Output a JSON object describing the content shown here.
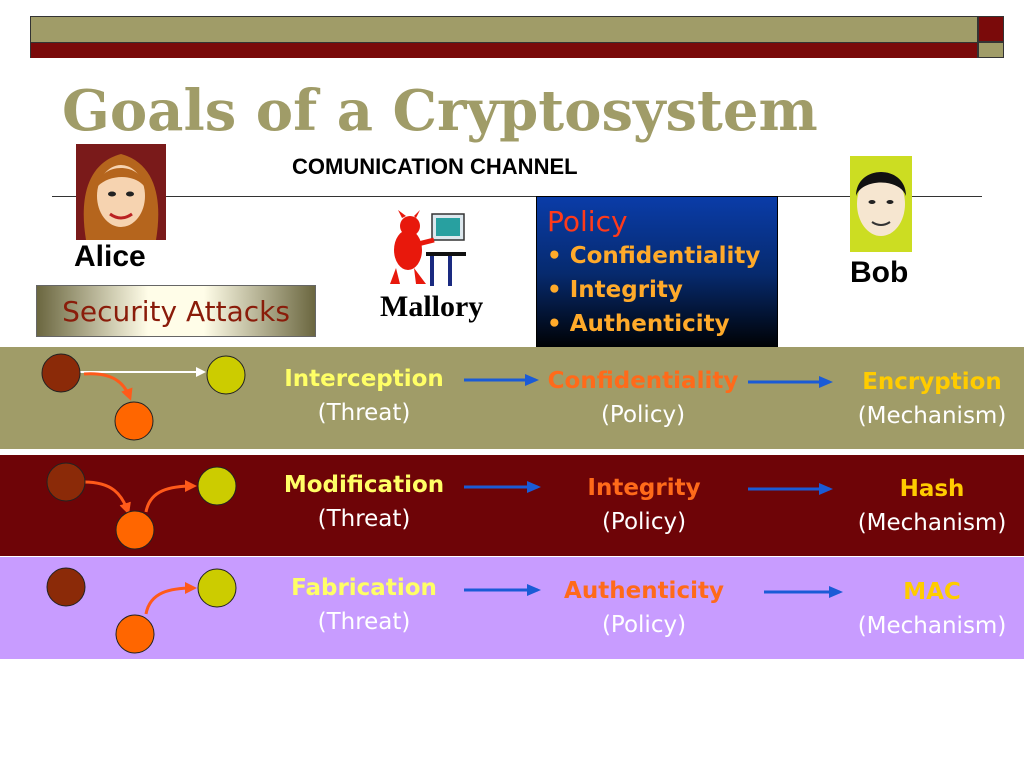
{
  "title": "Goals of a Cryptosystem",
  "channel_label": "COMUNICATION CHANNEL",
  "actors": {
    "alice": "Alice",
    "bob": "Bob",
    "mallory": "Mallory"
  },
  "security_attacks_label": "Security Attacks",
  "policy_box": {
    "title": "Policy",
    "items": [
      "• Confidentiality",
      "• Integrity",
      "• Authenticity"
    ]
  },
  "rows": [
    {
      "threat": "Interception",
      "threat_sub": "(Threat)",
      "policy": "Confidentiality",
      "policy_sub": "(Policy)",
      "mechanism": "Encryption",
      "mechanism_sub": "(Mechanism)"
    },
    {
      "threat": "Modification",
      "threat_sub": "(Threat)",
      "policy": "Integrity",
      "policy_sub": "(Policy)",
      "mechanism": "Hash",
      "mechanism_sub": "(Mechanism)"
    },
    {
      "threat": "Fabrication",
      "threat_sub": "(Threat)",
      "policy": "Authenticity",
      "policy_sub": "(Policy)",
      "mechanism": "MAC",
      "mechanism_sub": "(Mechanism)"
    }
  ],
  "colors": {
    "title": "#a09c68",
    "band_1": "#a09c68",
    "band_2": "#6e0407",
    "band_3": "#c89cff",
    "threat_text": "#ffff66",
    "policy_text": "#ff6a1a",
    "mechanism_text": "#ffcc00",
    "arrow": "#1a5bd6",
    "node_source": "#8b2a08",
    "node_dest": "#cccc00",
    "node_attacker": "#ff6600"
  }
}
